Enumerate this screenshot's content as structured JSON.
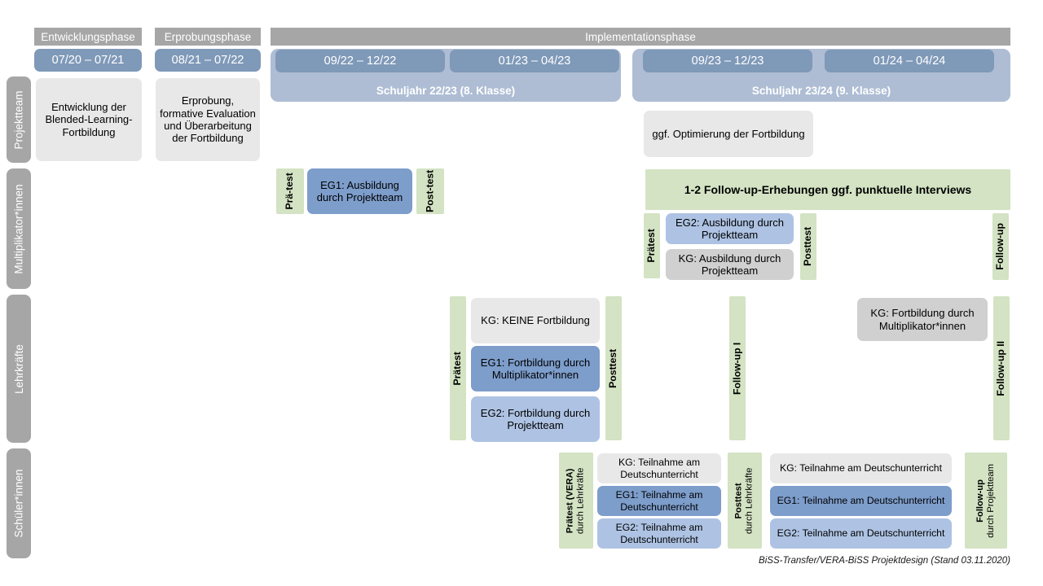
{
  "footer": {
    "text": "BiSS-Transfer/VERA-BiSS Projektdesign (Stand 03.11.2020)"
  },
  "phases": [
    {
      "id": "entwicklungsphase",
      "label": "Entwicklungsphase"
    },
    {
      "id": "erprobungsphase",
      "label": "Erprobungsphase"
    },
    {
      "id": "implementationsphase",
      "label": "Implementationsphase"
    }
  ],
  "dates": [
    {
      "id": "d1",
      "label": "07/20 – 07/21"
    },
    {
      "id": "d2",
      "label": "08/21 – 07/22"
    },
    {
      "id": "d3",
      "label": "09/22 – 12/22"
    },
    {
      "id": "d4",
      "label": "01/23 – 04/23"
    },
    {
      "id": "d5",
      "label": "09/23 – 12/23"
    },
    {
      "id": "d6",
      "label": "01/24 – 04/24"
    }
  ],
  "schuljahre": [
    {
      "id": "sj2223",
      "label": "Schuljahr 22/23 (8. Klasse)"
    },
    {
      "id": "sj2324",
      "label": "Schuljahr 23/24 (9. Klasse)"
    }
  ],
  "rows": [
    {
      "id": "projektteam",
      "label": "Projektteam"
    },
    {
      "id": "multiplikatorinnen",
      "label": "Multiplikator*innen"
    },
    {
      "id": "lehrkraefte",
      "label": "Lehrkräfte"
    },
    {
      "id": "schuelerinnen",
      "label": "Schüler*innen"
    }
  ],
  "projektteam": {
    "entwicklung": "Entwicklung der Blended-Learning-Fortbildung",
    "erprobung": "Erprobung, formative Evaluation und Überarbeitung der Fortbildung",
    "optimierung": "ggf. Optimierung der Fortbildung"
  },
  "multiplikatoren": {
    "praetest_1": "Prä-test",
    "eg1": "EG1: Ausbildung durch Projektteam",
    "posttest_1": "Post-test",
    "banner": "1-2 Follow-up-Erhebungen ggf. punktuelle Interviews",
    "praetest_2": "Prätest",
    "eg2": "EG2: Ausbildung durch Projektteam",
    "kg": "KG: Ausbildung durch Projektteam",
    "posttest_2": "Posttest",
    "followup": "Follow-up"
  },
  "lehrkraefte": {
    "praetest": "Prätest",
    "kg_keine": "KG:  KEINE Fortbildung",
    "eg1": "EG1: Fortbildung durch Multiplikator*innen",
    "eg2": "EG2: Fortbildung durch Projektteam",
    "posttest": "Posttest",
    "followup_1": "Follow-up I",
    "kg_fortbildung": "KG: Fortbildung durch Multiplikator*innen",
    "followup_2": "Follow-up II"
  },
  "schueler": {
    "praetest_main": "Prätest (VERA)",
    "praetest_sub": "durch Lehrkräfte",
    "posttest_main": "Posttest",
    "posttest_sub": "durch Lehrkräfte",
    "followup_main": "Follow-up",
    "followup_sub": "durch Projektteam",
    "kg": "KG: Teilnahme am Deutschunterricht",
    "eg1": "EG1: Teilnahme am Deutschunterricht",
    "eg2": "EG2: Teilnahme am Deutschunterricht"
  },
  "colors": {
    "phase_header": "#a6a6a6",
    "date_chip": "#7f99b8",
    "schuljahr": "#aebdd4",
    "row_label": "#a6a6a6",
    "kg_gray": "#e8e8e8",
    "kg_gray_dark": "#d0d0d0",
    "eg1_blue": "#7d9dcb",
    "eg2_blue": "#aec3e3",
    "test_green": "#d3e3c3"
  }
}
